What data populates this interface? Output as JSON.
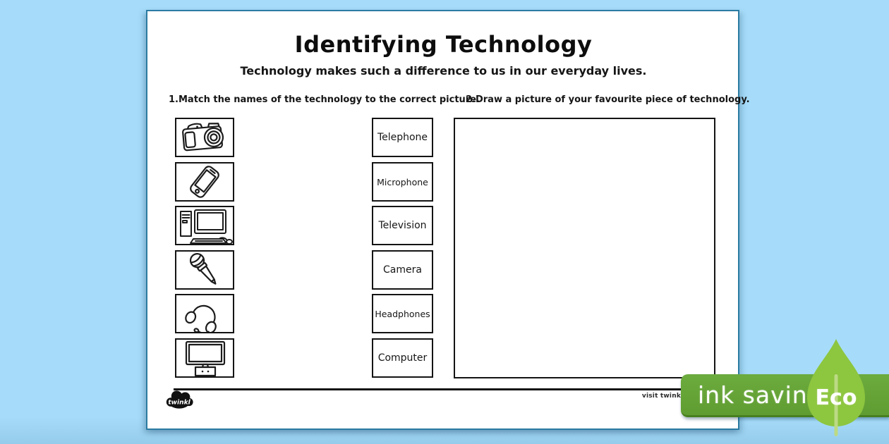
{
  "page": {
    "title": "Identifying Technology",
    "subtitle": "Technology makes such a difference to us in our everyday lives.",
    "task1": "1.Match the names of the technology to the correct picture.",
    "task2": "2.Draw a picture of your favourite piece of technology."
  },
  "match": {
    "pictures": [
      {
        "icon": "camera"
      },
      {
        "icon": "smartphone"
      },
      {
        "icon": "desktop-computer"
      },
      {
        "icon": "microphone"
      },
      {
        "icon": "headphones"
      },
      {
        "icon": "television"
      }
    ],
    "labels": [
      "Telephone",
      "Microphone",
      "Television",
      "Camera",
      "Headphones",
      "Computer"
    ]
  },
  "footer": {
    "logo": "twinkl",
    "visit": "visit twink",
    "banner_text": "ink saving",
    "eco": "Eco"
  },
  "colors": {
    "background_blue": "#a6dcf9",
    "page_border_teal": "#2b7ba2",
    "banner_green": "#5f9c31",
    "banner_green_dark": "#47801f",
    "leaf_green": "#8dc63f",
    "leaf_stem_green": "#bcda84",
    "ink_black": "#141414"
  }
}
